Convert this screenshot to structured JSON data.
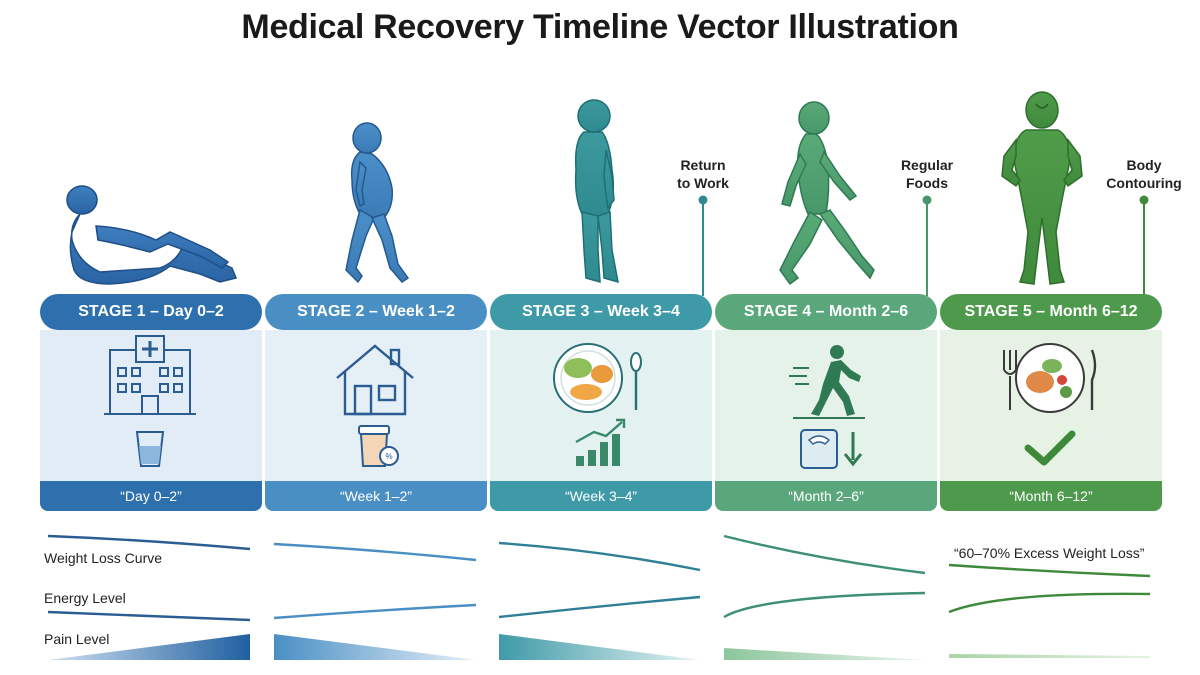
{
  "title": "Medical Recovery Timeline Vector Illustration",
  "milestones": [
    {
      "label_line1": "Return",
      "label_line2": "to Work"
    },
    {
      "label_line1": "Regular",
      "label_line2": "Foods"
    },
    {
      "label_line1": "Body",
      "label_line2": "Contouring"
    }
  ],
  "stages": [
    {
      "header": "STAGE 1 – Day 0–2",
      "footer": "“Day 0–2”",
      "color": "#2e6fae",
      "body_color": "#e2ecf6",
      "icons": [
        "hospital-icon",
        "water-glass-icon"
      ]
    },
    {
      "header": "STAGE 2 – Week 1–2",
      "footer": "“Week 1–2”",
      "color": "#4a8fc4",
      "body_color": "#e4eff6",
      "icons": [
        "house-icon",
        "protein-shaker-icon"
      ]
    },
    {
      "header": "STAGE 3 – Week 3–4",
      "footer": "“Week 3–4”",
      "color": "#3f9aa8",
      "body_color": "#e3f1f1",
      "icons": [
        "meal-plate-icon",
        "growth-chart-icon"
      ]
    },
    {
      "header": "STAGE 4 – Month 2–6",
      "footer": "“Month 2–6”",
      "color": "#5aa77c",
      "body_color": "#e5f2ea",
      "icons": [
        "walking-person-icon",
        "scale-down-icon"
      ]
    },
    {
      "header": "STAGE 5 – Month 6–12",
      "footer": "“Month 6–12”",
      "color": "#4e9a4c",
      "body_color": "#e6f2e4",
      "icons": [
        "balanced-meal-icon",
        "checkmark-icon"
      ]
    }
  ],
  "rows": {
    "weight": "Weight Loss Curve",
    "energy": "Energy Level",
    "pain": "Pain Level"
  },
  "annotation": "“60–70% Excess Weight Loss”"
}
